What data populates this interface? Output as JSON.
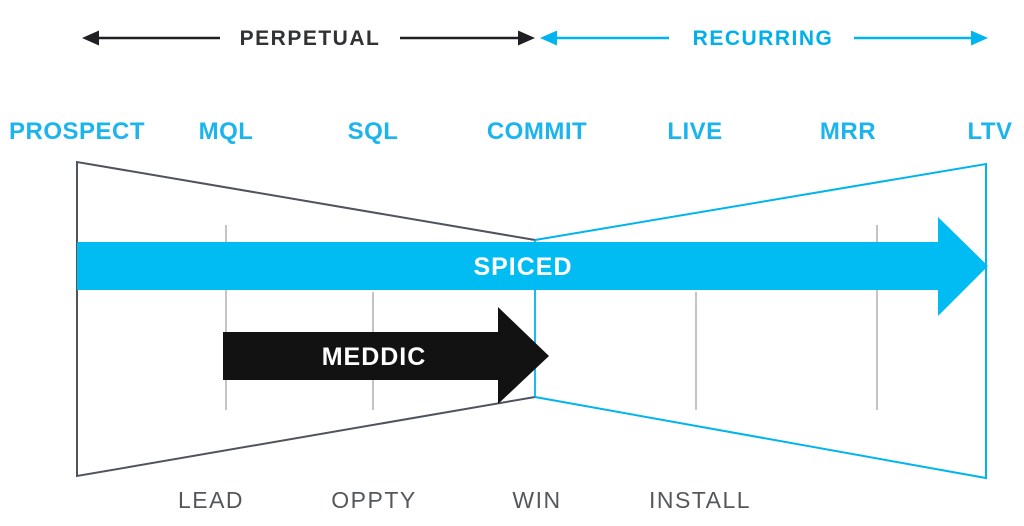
{
  "title": "Perpetual vs Recurring revenue funnel diagram",
  "header": {
    "perpetual_label": "PERPETUAL",
    "recurring_label": "RECURRING"
  },
  "stages_top": [
    "PROSPECT",
    "MQL",
    "SQL",
    "COMMIT",
    "LIVE",
    "MRR",
    "LTV"
  ],
  "stages_bottom": [
    "LEAD",
    "OPPTY",
    "WIN",
    "INSTALL"
  ],
  "arrows": {
    "spiced_label": "SPICED",
    "meddic_label": "MEDDIC"
  },
  "colors": {
    "accent_cyan": "#00bcf2",
    "cyan_line": "#00b4ee",
    "black": "#1f2023",
    "meddic_black": "#121212",
    "funnel_gray_stroke": "#4e545e",
    "tick_gray": "#aeb1b6",
    "bottom_label_gray": "#54585c",
    "top_label_cyan": "#1cb4ee",
    "background": "#ffffff"
  },
  "icons": {
    "left_arrowhead": "triangle-left",
    "right_arrowhead": "triangle-right"
  }
}
